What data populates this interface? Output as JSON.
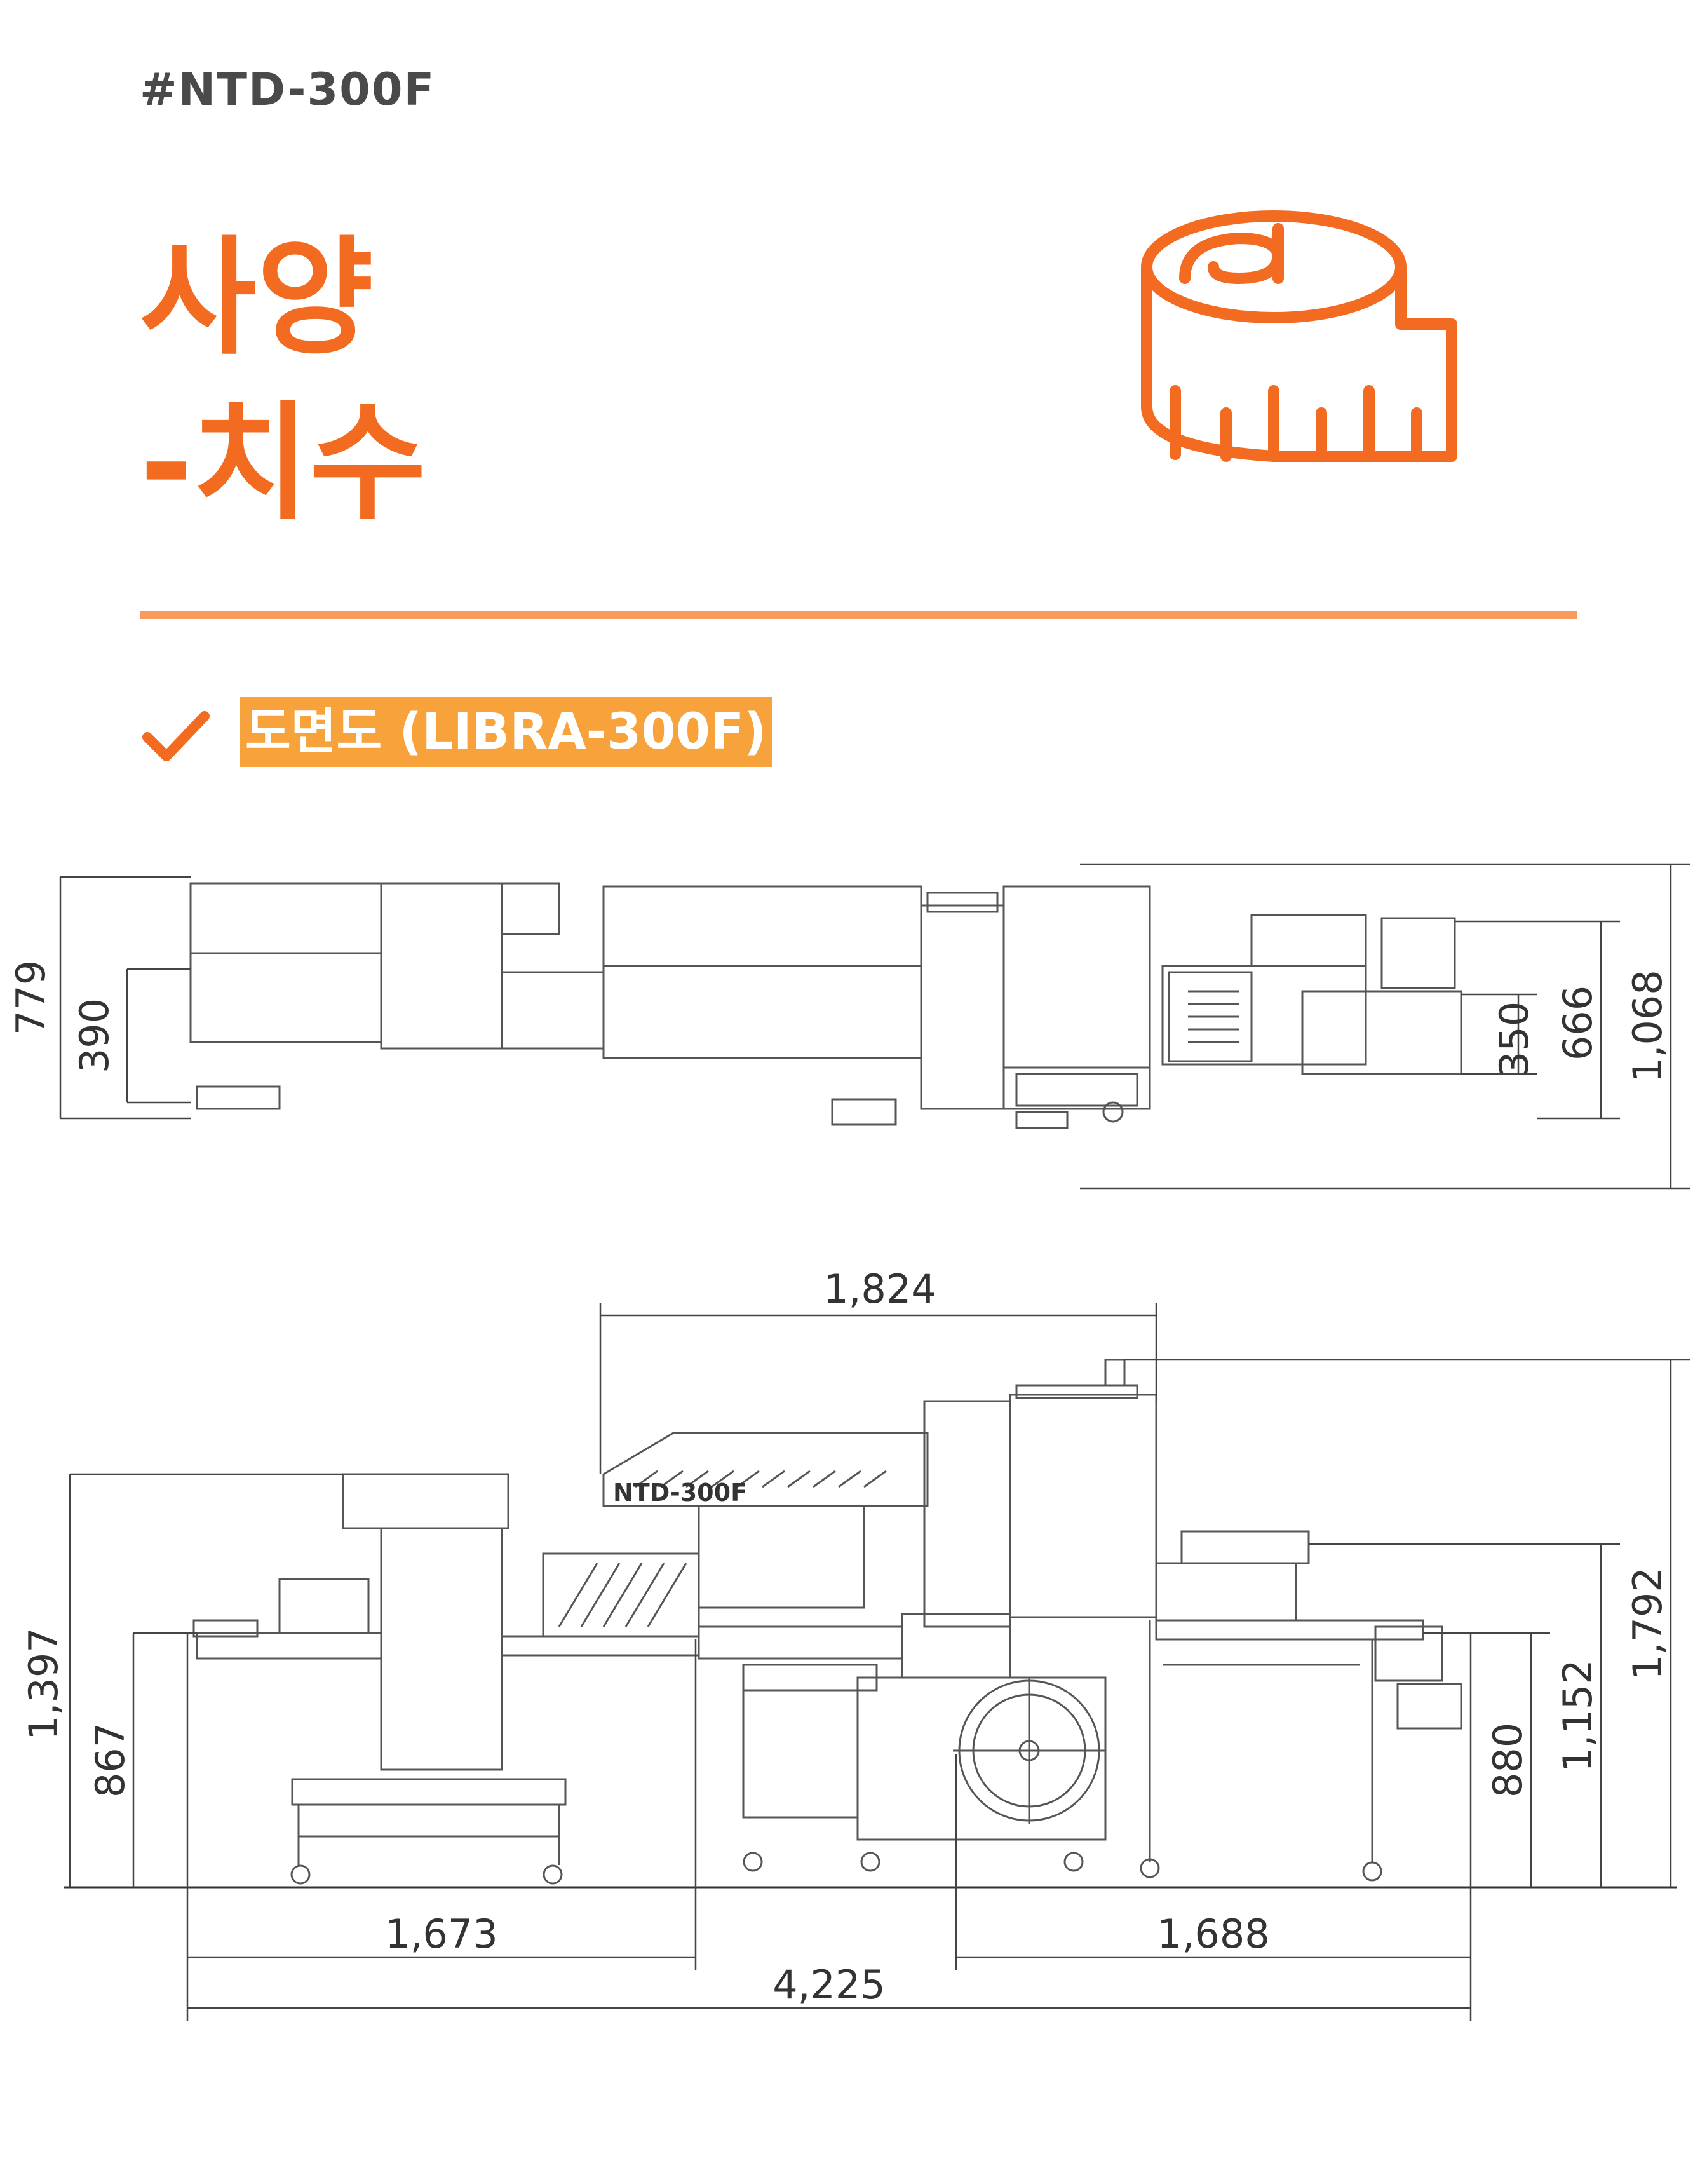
{
  "header": {
    "tag": "#NTD-300F",
    "title_line1": "사양",
    "title_line2": "-치수"
  },
  "section": {
    "label": "도면도 (LIBRA-300F)"
  },
  "icons": {
    "header_icon": "measuring-tape-icon",
    "section_icon": "check-icon"
  },
  "colors": {
    "accent": "#f26b21",
    "divider": "#f99a5c",
    "label_bg": "#f7a23b",
    "tag_text": "#4a4a4a"
  },
  "drawing": {
    "machine_label": "NTD-300F",
    "top_view": {
      "dim_779": "779",
      "dim_390": "390",
      "dim_350": "350",
      "dim_666": "666",
      "dim_1068": "1,068"
    },
    "side_view": {
      "dim_1824": "1,824",
      "dim_1397": "1,397",
      "dim_867": "867",
      "dim_880": "880",
      "dim_1152": "1,152",
      "dim_1792": "1,792",
      "dim_1673": "1,673",
      "dim_1688": "1,688",
      "dim_4225": "4,225"
    }
  }
}
